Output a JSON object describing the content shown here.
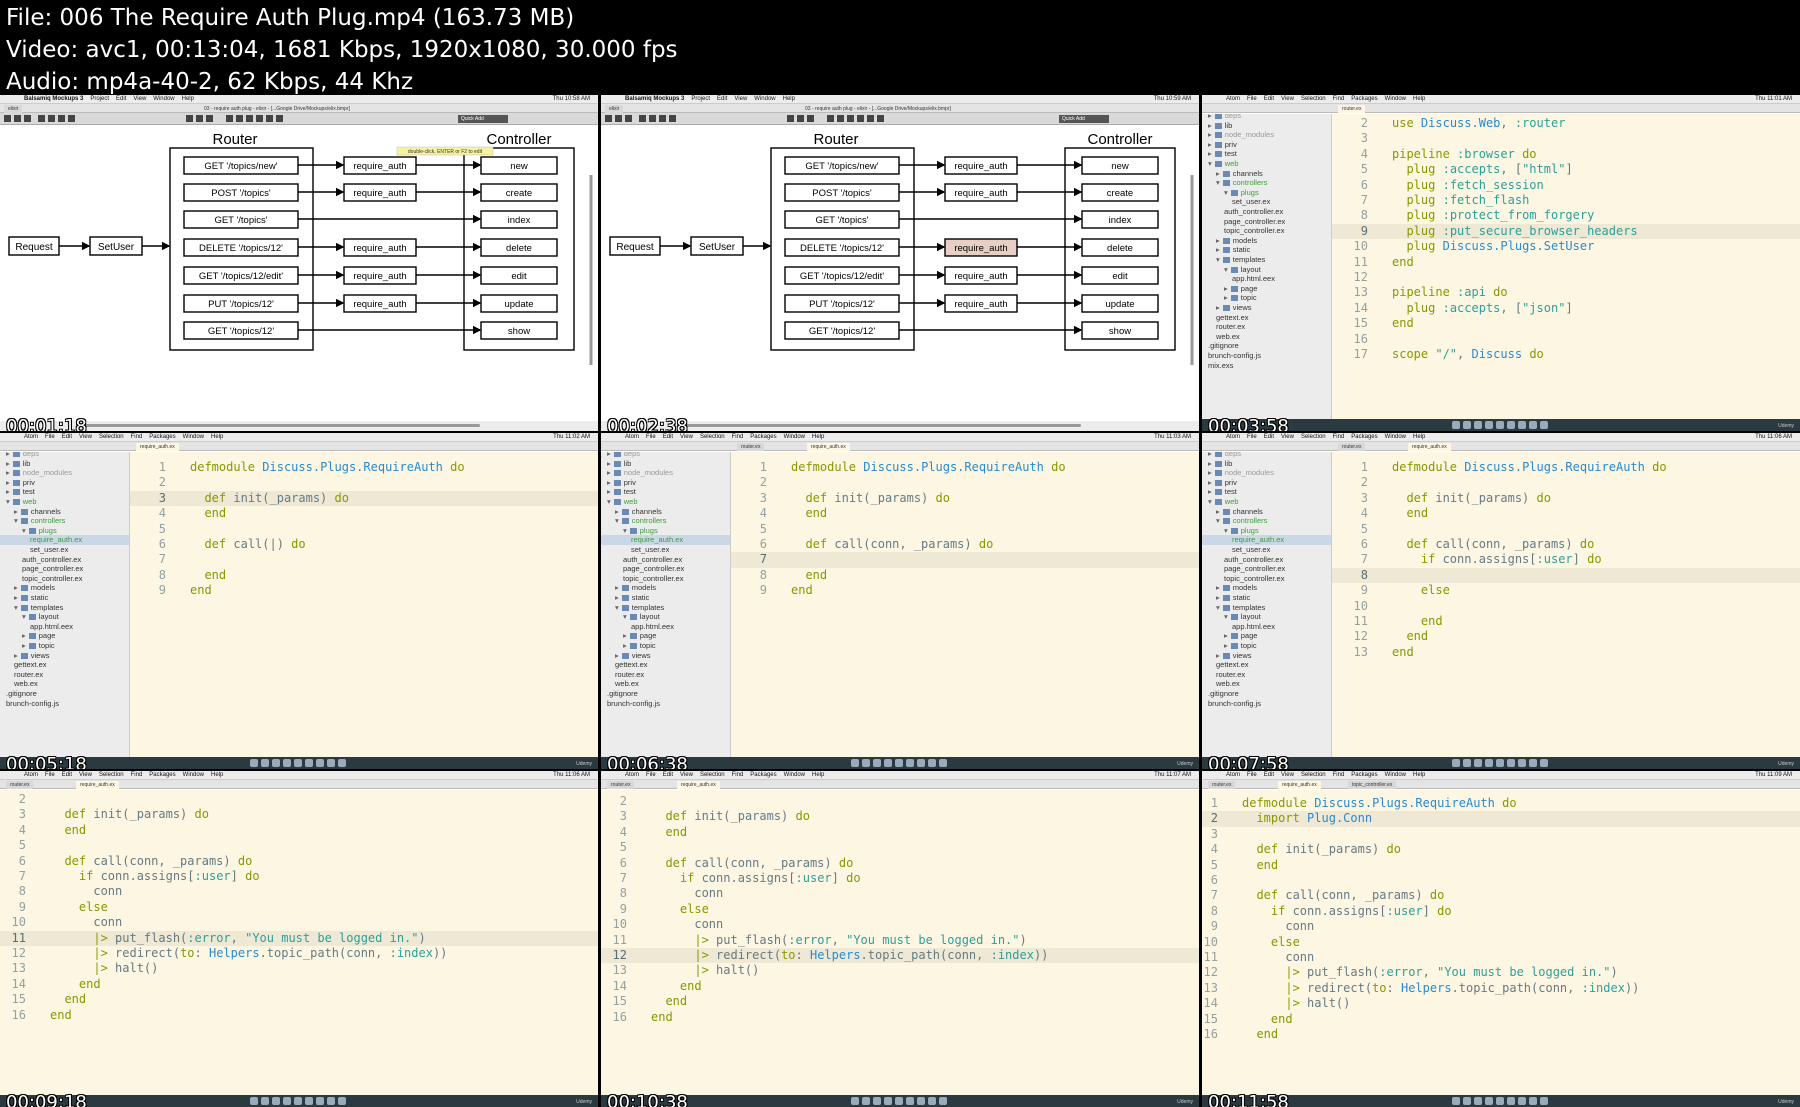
{
  "header": {
    "line1": "File: 006 The Require Auth Plug.mp4 (163.73 MB)",
    "line2": "Video: avc1, 00:13:04, 1681 Kbps, 1920x1080, 30.000 fps",
    "line3": "Audio: mp4a-40-2, 62 Kbps, 44 Khz"
  },
  "mockup": {
    "app": "Balsamiq Mockups 3",
    "menus": [
      "Project",
      "Edit",
      "View",
      "Window",
      "Help"
    ],
    "title": "03 - require auth plug - elixir - [...Google Drive/Mockups/elix.bmpr]",
    "project": "elixir",
    "quick_add": "Quick Add",
    "router_title": "Router",
    "controller_title": "Controller",
    "request": "Request",
    "setuser": "SetUser",
    "require_auth": "require_auth",
    "routes": [
      "GET '/topics/new'",
      "POST '/topics'",
      "GET '/topics'",
      "DELETE '/topics/12'",
      "GET '/topics/12/edit'",
      "PUT '/topics/12'",
      "GET '/topics/12'"
    ],
    "actions": [
      "new",
      "create",
      "index",
      "delete",
      "edit",
      "update",
      "show"
    ],
    "tooltip": "double-click, ENTER or F2 to edit"
  },
  "atom_menus": [
    "Atom",
    "File",
    "Edit",
    "View",
    "Selection",
    "Find",
    "Packages",
    "Window",
    "Help"
  ],
  "tabs": {
    "router": "router.ex",
    "require": "require_auth.ex",
    "topic": "topic_controller.ex"
  },
  "udemy": "Udemy",
  "frames": [
    {
      "timestamp": "00:01:18",
      "clock": "Thu 10:58 AM"
    },
    {
      "timestamp": "00:02:38",
      "clock": "Thu 10:59 AM"
    },
    {
      "timestamp": "00:03:58",
      "clock": "Thu 11:01 AM"
    },
    {
      "timestamp": "00:05:18",
      "clock": "Thu 11:02 AM"
    },
    {
      "timestamp": "00:06:38",
      "clock": "Thu 11:03 AM"
    },
    {
      "timestamp": "00:07:58",
      "clock": "Thu 11:06 AM"
    },
    {
      "timestamp": "00:09:18",
      "clock": "Thu 11:06 AM"
    },
    {
      "timestamp": "00:10:38",
      "clock": "Thu 11:07 AM"
    },
    {
      "timestamp": "00:11:58",
      "clock": "Thu 11:09 AM"
    }
  ],
  "tree_a": [
    "deps",
    "lib",
    "node_modules",
    "priv",
    "test",
    "web",
    "channels",
    "controllers",
    "plugs",
    "set_user.ex",
    "auth_controller.ex",
    "page_controller.ex",
    "topic_controller.ex",
    "models",
    "static",
    "templates",
    "layout",
    "app.html.eex",
    "page",
    "topic",
    "views",
    "gettext.ex",
    "router.ex",
    "web.ex",
    ".gitignore",
    "brunch-config.js",
    "mix.exs"
  ],
  "tree_b": [
    "deps",
    "lib",
    "node_modules",
    "priv",
    "test",
    "web",
    "channels",
    "controllers",
    "plugs",
    "require_auth.ex",
    "set_user.ex",
    "auth_controller.ex",
    "page_controller.ex",
    "topic_controller.ex",
    "models",
    "static",
    "templates",
    "layout",
    "app.html.eex",
    "page",
    "topic",
    "views",
    "gettext.ex",
    "router.ex",
    "web.ex",
    ".gitignore",
    "brunch-config.js"
  ],
  "code_router": [
    "use Discuss.Web, :router",
    "",
    "pipeline :browser do",
    "  plug :accepts, [\"html\"]",
    "  plug :fetch_session",
    "  plug :fetch_flash",
    "  plug :protect_from_forgery",
    "  plug :put_secure_browser_headers",
    "  plug Discuss.Plugs.SetUser",
    "end",
    "",
    "pipeline :api do",
    "  plug :accepts, [\"json\"]",
    "end",
    "",
    "scope \"/\", Discuss do"
  ],
  "code_v1": [
    "defmodule Discuss.Plugs.RequireAuth do",
    "",
    "  def init(_params) do",
    "  end",
    "",
    "  def call(|) do",
    "",
    "  end",
    "end"
  ],
  "code_v2": [
    "defmodule Discuss.Plugs.RequireAuth do",
    "",
    "  def init(_params) do",
    "  end",
    "",
    "  def call(conn, _params) do",
    "",
    "  end",
    "end"
  ],
  "code_v3": [
    "defmodule Discuss.Plugs.RequireAuth do",
    "",
    "  def init(_params) do",
    "  end",
    "",
    "  def call(conn, _params) do",
    "    if conn.assigns[:user] do",
    "",
    "    else",
    "",
    "    end",
    "  end",
    "end"
  ],
  "code_v4": [
    "",
    "  def init(_params) do",
    "  end",
    "",
    "  def call(conn, _params) do",
    "    if conn.assigns[:user] do",
    "      conn",
    "    else",
    "      conn",
    "      |> put_flash(:error, \"You must be logged in.\")",
    "      |> redirect(to: Helpers.topic_path(conn, :index))",
    "      |> halt()",
    "    end",
    "  end",
    "end"
  ],
  "code_v5": [
    "defmodule Discuss.Plugs.RequireAuth do",
    "  import Plug.Conn",
    "",
    "  def init(_params) do",
    "  end",
    "",
    "  def call(conn, _params) do",
    "    if conn.assigns[:user] do",
    "      conn",
    "    else",
    "      conn",
    "      |> put_flash(:error, \"You must be logged in.\")",
    "      |> redirect(to: Helpers.topic_path(conn, :index))",
    "      |> halt()",
    "    end",
    "  end"
  ]
}
